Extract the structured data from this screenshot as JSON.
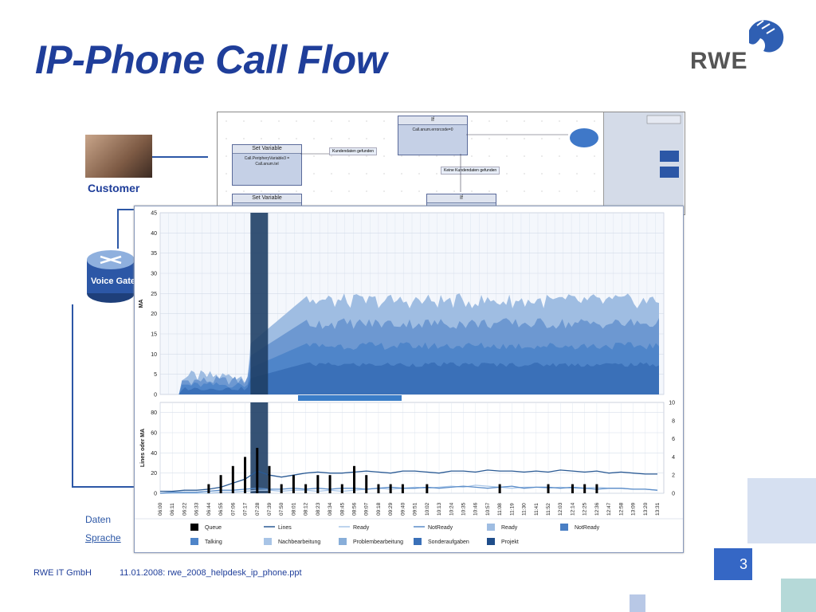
{
  "slide": {
    "title": "IP-Phone Call Flow",
    "logo_text": "RWE",
    "customer_label": "Customer",
    "gateway_label": "Voice Gatev",
    "daten_label": "Daten",
    "sprache_label": "Sprache",
    "footer_company": "RWE IT GmbH",
    "footer_file": "11.01.2008: rwe_2008_helpdesk_ip_phone.ppt",
    "page_number": "3",
    "colors": {
      "title": "#1f3e9a",
      "accent": "#2c57a6",
      "page_box": "#3567c5"
    }
  },
  "workflow": {
    "nodes": [
      {
        "header": "Set Variable",
        "body": "Call.PeripheryVariable3 = Call.anum.tel"
      },
      {
        "header": "If",
        "body": "Call.anum.errorcode=0"
      },
      {
        "header": "Set Variable",
        "body": ""
      },
      {
        "header": "If",
        "body": ""
      }
    ],
    "annotations": [
      "Kundendaten gefunden",
      "Keine Kundendaten gefunden"
    ]
  },
  "chart_data": [
    {
      "type": "area",
      "title": "",
      "xlabel": "",
      "ylabel": "MA",
      "ylim": [
        0,
        45
      ],
      "yticks": [
        0,
        5,
        10,
        15,
        20,
        25,
        30,
        35,
        40,
        45
      ],
      "grid": true,
      "highlight_label": "07:28",
      "series": [
        {
          "name": "Ready",
          "color": "#9fbde2",
          "level": 25
        },
        {
          "name": "NotReady",
          "color": "#6d98d1",
          "level": 19
        },
        {
          "name": "Talking",
          "color": "#4f85c9",
          "level": 13
        },
        {
          "name": "Nachbearbeitung",
          "color": "#3a70b8",
          "level": 8
        }
      ]
    },
    {
      "type": "line",
      "title": "",
      "xlabel": "",
      "ylabel": "Lines oder MA",
      "ylim": [
        0,
        90
      ],
      "yticks": [
        0,
        20,
        40,
        60,
        80
      ],
      "y2lim": [
        0,
        10
      ],
      "y2ticks": [
        0,
        2,
        4,
        6,
        8,
        10
      ],
      "grid": true,
      "x": [
        "06:00",
        "06:11",
        "06:22",
        "06:33",
        "06:44",
        "06:55",
        "07:06",
        "07:17",
        "07:28",
        "07:39",
        "07:50",
        "08:01",
        "08:12",
        "08:23",
        "08:34",
        "08:45",
        "08:56",
        "09:07",
        "09:18",
        "09:29",
        "09:40",
        "09:51",
        "10:02",
        "10:13",
        "10:24",
        "10:35",
        "10:46",
        "10:57",
        "11:08",
        "11:19",
        "11:30",
        "11:41",
        "11:52",
        "12:03",
        "12:14",
        "12:25",
        "12:36",
        "12:47",
        "12:58",
        "13:09",
        "13:20",
        "13:31"
      ],
      "series": [
        {
          "name": "Lines",
          "color": "#2a5a94",
          "values": [
            2,
            2,
            3,
            3,
            4,
            6,
            10,
            14,
            22,
            18,
            16,
            18,
            20,
            21,
            20,
            20,
            21,
            22,
            21,
            20,
            22,
            22,
            21,
            20,
            22,
            22,
            21,
            23,
            22,
            22,
            21,
            22,
            21,
            23,
            22,
            21,
            22,
            20,
            21,
            20,
            19,
            19
          ]
        },
        {
          "name": "Ready",
          "color": "#a9c6e8",
          "values": [
            0,
            0,
            0,
            0,
            0,
            1,
            1,
            2,
            3,
            3,
            2,
            3,
            3,
            2,
            3,
            2,
            3,
            4,
            5,
            4,
            5,
            6,
            5,
            6,
            7,
            6,
            8,
            7,
            6,
            5,
            6,
            6,
            5,
            6,
            5,
            5,
            6,
            5,
            5,
            4,
            4,
            3
          ]
        },
        {
          "name": "NotReady",
          "color": "#5a8cc8",
          "values": [
            0,
            1,
            1,
            1,
            2,
            3,
            3,
            4,
            5,
            4,
            4,
            5,
            4,
            5,
            4,
            5,
            5,
            4,
            5,
            6,
            5,
            5,
            6,
            5,
            6,
            7,
            6,
            5,
            6,
            7,
            5,
            6,
            6,
            5,
            6,
            5,
            4,
            5,
            5,
            4,
            4,
            3
          ]
        },
        {
          "name": "Queue",
          "color": "#000000",
          "values": [
            0,
            0,
            0,
            0,
            1,
            2,
            3,
            4,
            5,
            3,
            1,
            2,
            1,
            2,
            2,
            1,
            3,
            2,
            1,
            1,
            1,
            0,
            1,
            0,
            0,
            0,
            0,
            0,
            1,
            0,
            0,
            0,
            1,
            0,
            1,
            1,
            1,
            0,
            0,
            0,
            0,
            0
          ]
        }
      ]
    }
  ],
  "legend": [
    {
      "label": "Queue",
      "kind": "box",
      "color": "#000000"
    },
    {
      "label": "Lines",
      "kind": "line",
      "color": "#2a5a94"
    },
    {
      "label": "Ready",
      "kind": "line",
      "color": "#a9c6e8"
    },
    {
      "label": "NotReady",
      "kind": "line",
      "color": "#5a8cc8"
    },
    {
      "label": "Ready",
      "kind": "box",
      "color": "#9fbde2"
    },
    {
      "label": "NotReady",
      "kind": "box",
      "color": "#4a7fc4"
    },
    {
      "label": "Talking",
      "kind": "box",
      "color": "#4f85c9"
    },
    {
      "label": "Nachbearbeitung",
      "kind": "box",
      "color": "#a8c4e6"
    },
    {
      "label": "Problembearbeitung",
      "kind": "box",
      "color": "#88aed9"
    },
    {
      "label": "Sonderaufgaben",
      "kind": "box",
      "color": "#3a70b8"
    },
    {
      "label": "Projekt",
      "kind": "box",
      "color": "#1f4d8a"
    }
  ]
}
